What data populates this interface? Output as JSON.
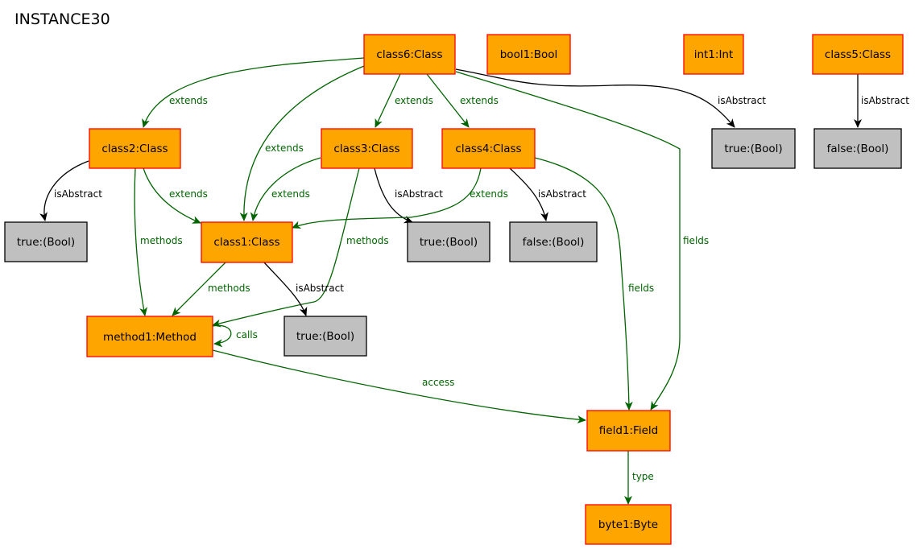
{
  "title": "INSTANCE30",
  "colors": {
    "object_fill": "#ffa500",
    "object_border": "#ff0000",
    "value_fill": "#c0c0c0",
    "value_border": "#000000",
    "green_edge": "#006400",
    "black_edge": "#000000"
  },
  "nodes": {
    "class6": "class6:Class",
    "bool1": "bool1:Bool",
    "int1": "int1:Int",
    "class5": "class5:Class",
    "class2": "class2:Class",
    "class3": "class3:Class",
    "class4": "class4:Class",
    "true_c6": "true:(Bool)",
    "false_c5": "false:(Bool)",
    "true_c2": "true:(Bool)",
    "class1": "class1:Class",
    "true_c3": "true:(Bool)",
    "false_c4": "false:(Bool)",
    "method1": "method1:Method",
    "true_c1": "true:(Bool)",
    "field1": "field1:Field",
    "byte1": "byte1:Byte"
  },
  "edge_labels": {
    "extends": "extends",
    "isAbstract": "isAbstract",
    "methods": "methods",
    "fields": "fields",
    "calls": "calls",
    "access": "access",
    "type": "type"
  }
}
